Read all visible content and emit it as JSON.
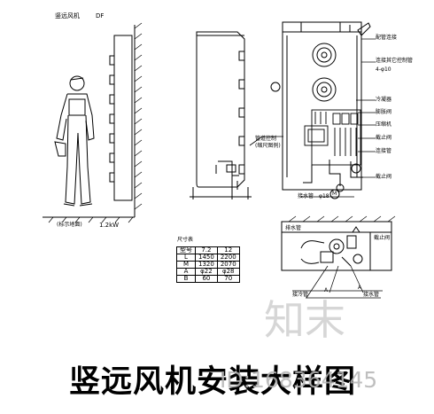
{
  "drawing": {
    "top_left_label": "竖远风机",
    "model_code": "DF",
    "person_caption": "(标示地面)",
    "power_rating": "1.2kW",
    "title": "竖远风机安装大样图",
    "size_table_title": "尺寸表",
    "size_table": {
      "header": [
        "型号",
        "7.2",
        "12"
      ],
      "rows": [
        [
          "L",
          "1450",
          "2200"
        ],
        [
          "M",
          "1320",
          "2070"
        ],
        [
          "A",
          "φ22",
          "φ28"
        ],
        [
          "B",
          "60",
          "70"
        ]
      ]
    },
    "side_callout": "管道控制\n(缩尺图例)",
    "right_labels": [
      "配管连接",
      "连接其它控制管",
      "4-φ10",
      "冷凝器",
      "膨胀阀",
      "压缩机",
      "截止阀",
      "连接管",
      "截止阀"
    ],
    "bottom_labels": [
      "接水管",
      "φ18",
      "M"
    ],
    "detail_labels": [
      "排水管",
      "截止阀",
      "A",
      "接冷管",
      "A",
      "接水管"
    ],
    "watermark_cn": "知末",
    "watermark_id": "ID:168364145"
  },
  "colors": {
    "ink": "#000000",
    "watermark": "#bfbfbf",
    "background": "#ffffff"
  }
}
